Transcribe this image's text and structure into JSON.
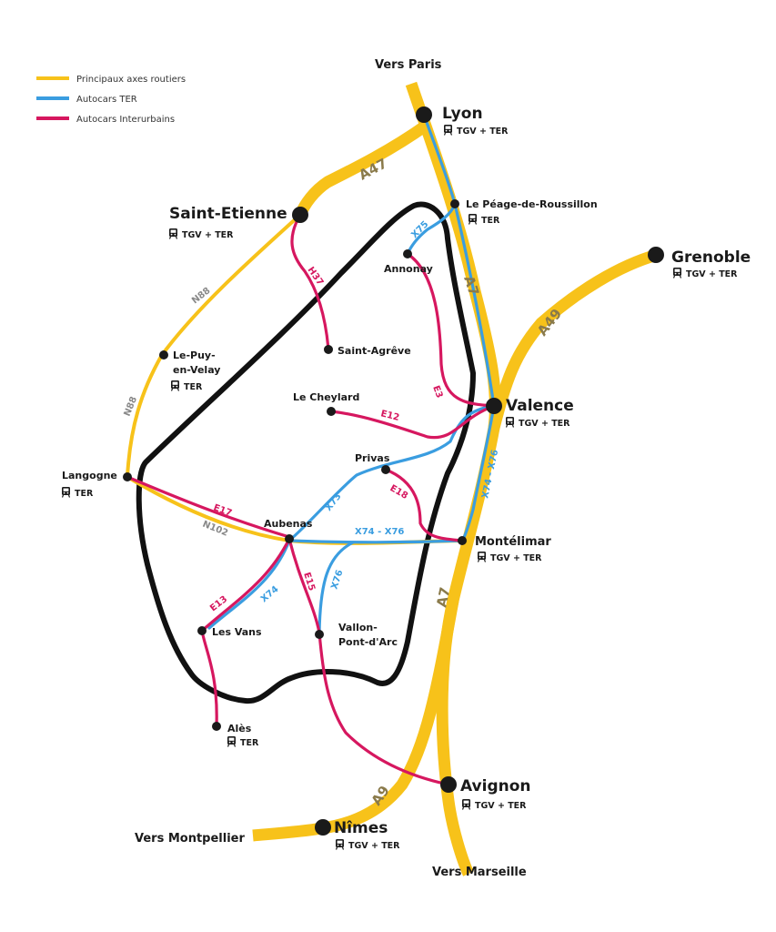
{
  "legend": {
    "roads": "Principaux axes routiers",
    "ter": "Autocars TER",
    "interurbains": "Autocars Interurbains"
  },
  "colors": {
    "road": "#f7c21a",
    "ter": "#3a9de0",
    "interurbain": "#d6175f",
    "border": "#111111",
    "city": "#1a1a1a"
  },
  "directions": {
    "paris": "Vers Paris",
    "montpellier": "Vers Montpellier",
    "marseille": "Vers Marseille"
  },
  "cities": {
    "lyon": {
      "name": "Lyon",
      "service": "TGV + TER"
    },
    "saint_etienne": {
      "name": "Saint-Etienne",
      "service": "TGV + TER"
    },
    "peage": {
      "name": "Le Péage-de-Roussillon",
      "service": "TER"
    },
    "grenoble": {
      "name": "Grenoble",
      "service": "TGV + TER"
    },
    "annonay": {
      "name": "Annonay"
    },
    "saint_agreve": {
      "name": "Saint-Agrêve"
    },
    "puy_line1": "Le-Puy-",
    "puy_line2": "en-Velay",
    "puy_service": "TER",
    "le_cheylard": {
      "name": "Le Cheylard"
    },
    "valence": {
      "name": "Valence",
      "service": "TGV + TER"
    },
    "langogne": {
      "name": "Langogne",
      "service": "TER"
    },
    "privas": {
      "name": "Privas"
    },
    "aubenas": {
      "name": "Aubenas"
    },
    "montelimar": {
      "name": "Montélimar",
      "service": "TGV + TER"
    },
    "les_vans": {
      "name": "Les Vans"
    },
    "vallon_line1": "Vallon-",
    "vallon_line2": "Pont-d'Arc",
    "ales": {
      "name": "Alès",
      "service": "TER"
    },
    "avignon": {
      "name": "Avignon",
      "service": "TGV + TER"
    },
    "nimes": {
      "name": "Nîmes",
      "service": "TGV + TER"
    }
  },
  "road_labels": {
    "a47": "A47",
    "a7_north": "A7",
    "a7_south": "A7",
    "a49": "A49",
    "a9": "A9",
    "n88_north": "N88",
    "n88_south": "N88",
    "n102": "N102"
  },
  "ter_labels": {
    "x75": "X75",
    "x74_x76_valence": "X74 - X76",
    "x73": "X73",
    "x74_x76_aubenas": "X74 - X76",
    "x76": "X76",
    "x74": "X74"
  },
  "interurbain_labels": {
    "h37": "H37",
    "e3": "E3",
    "e12": "E12",
    "e18": "E18",
    "e17": "E17",
    "e13": "E13",
    "e15": "E15"
  }
}
